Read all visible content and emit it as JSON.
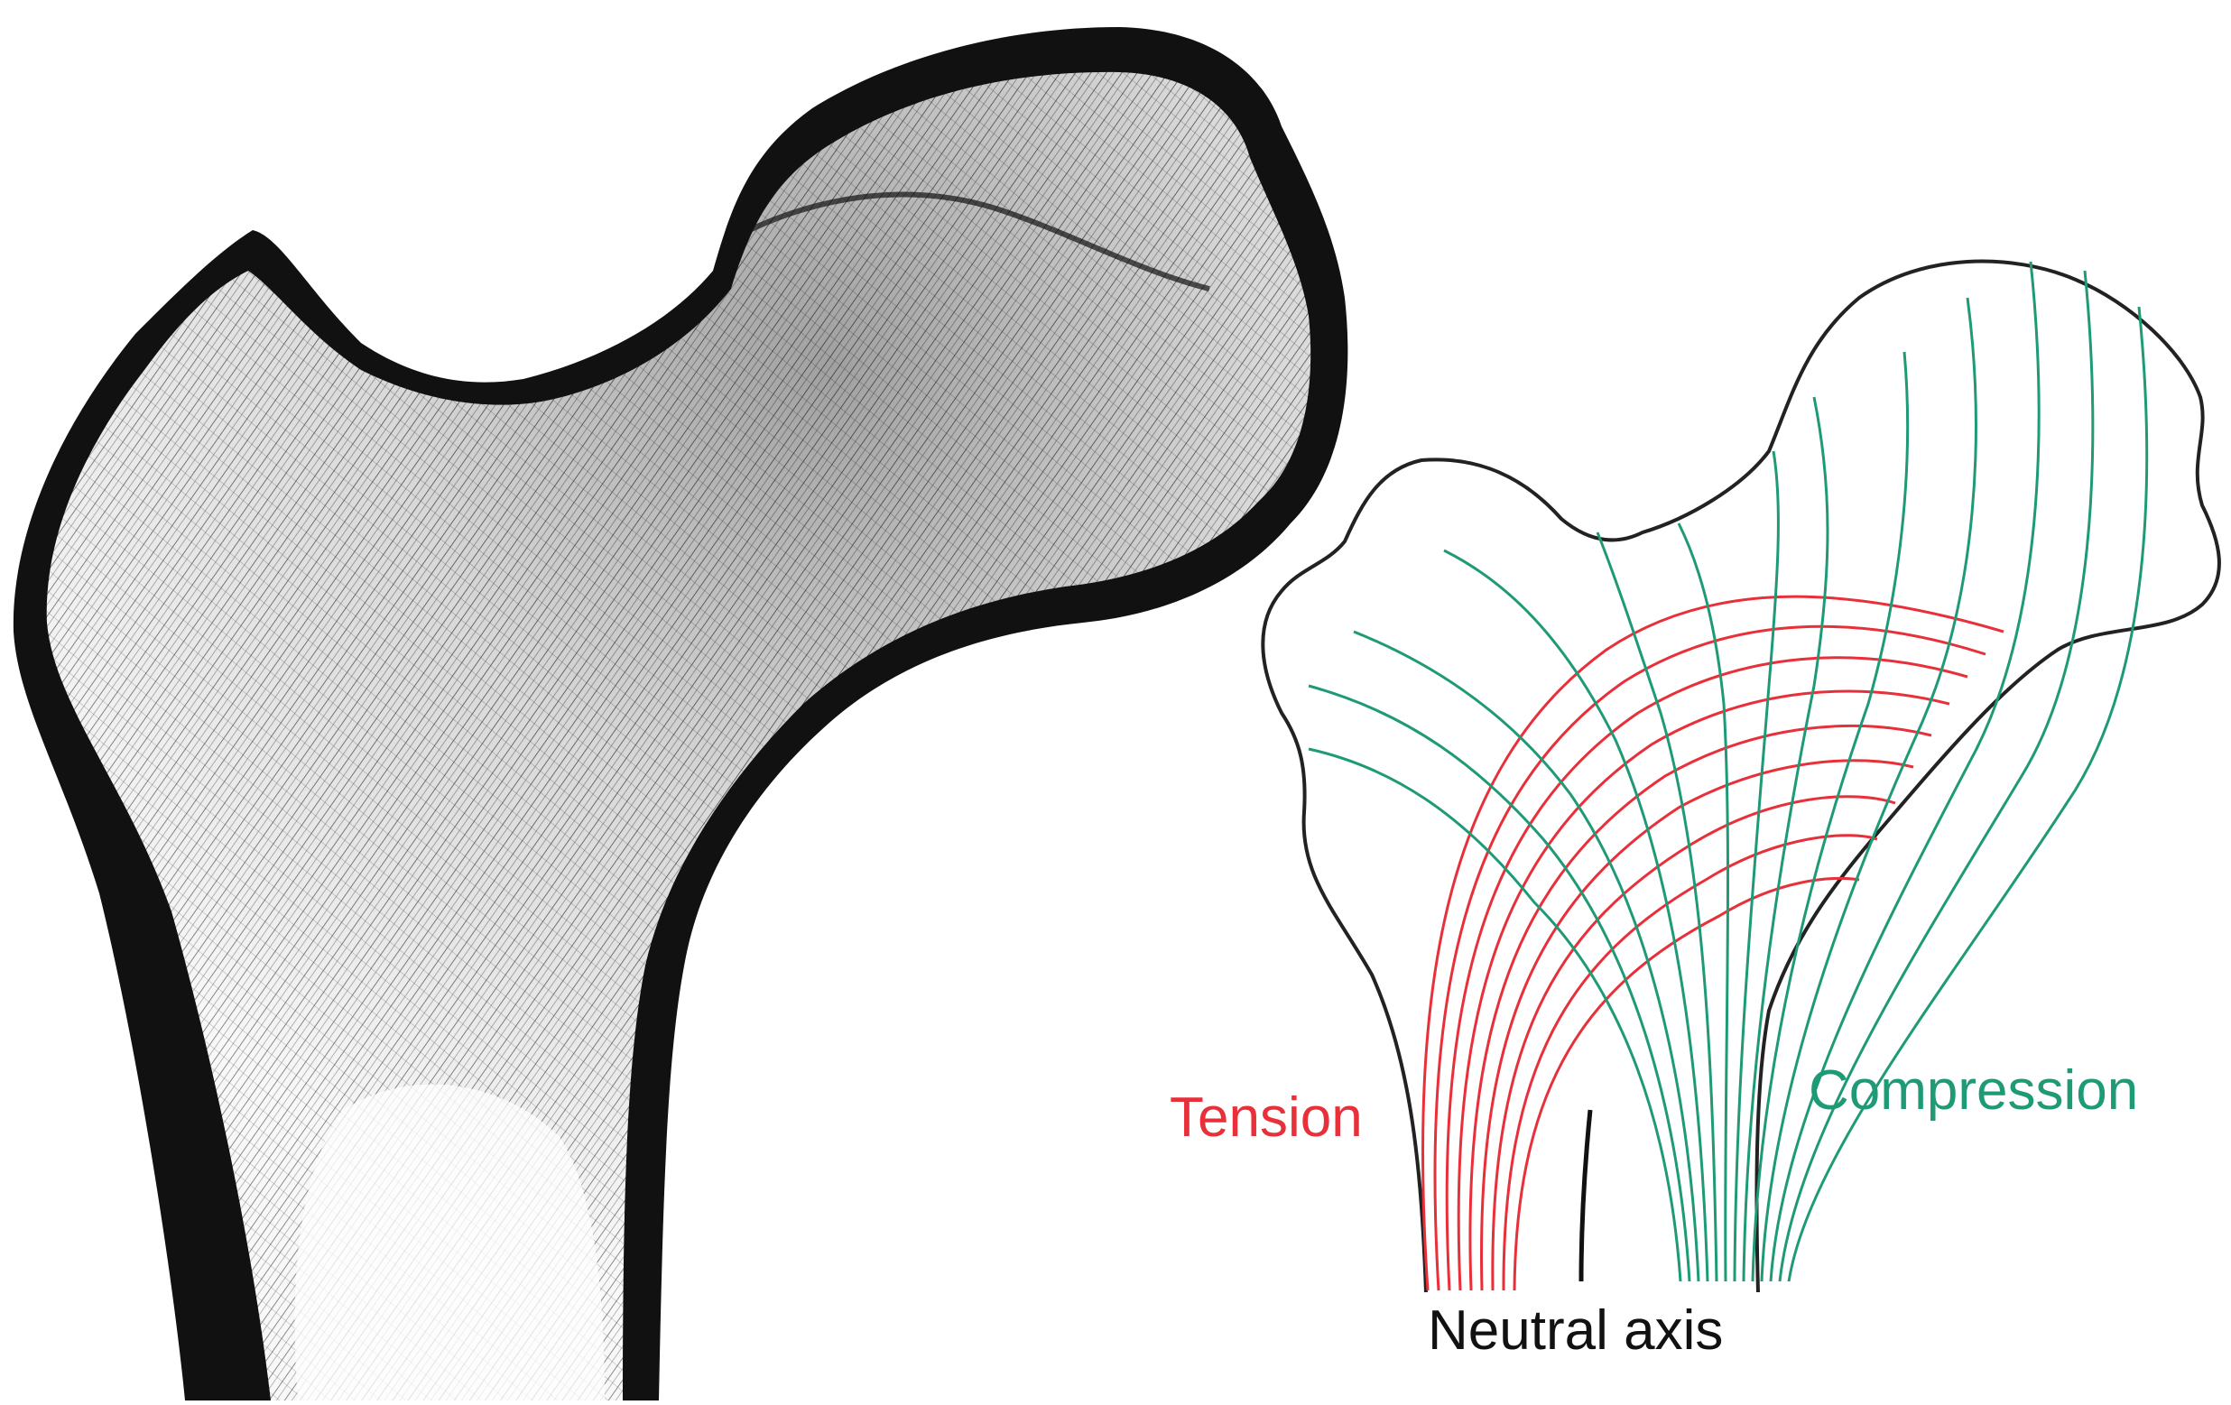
{
  "labels": {
    "tension": "Tension",
    "compression": "Compression",
    "neutral_axis": "Neutral axis"
  },
  "colors": {
    "tension": "#e8303a",
    "compression": "#1f9a76",
    "outline": "#222222",
    "bone_dark": "#111111",
    "bone_light": "#f4f4f4"
  }
}
